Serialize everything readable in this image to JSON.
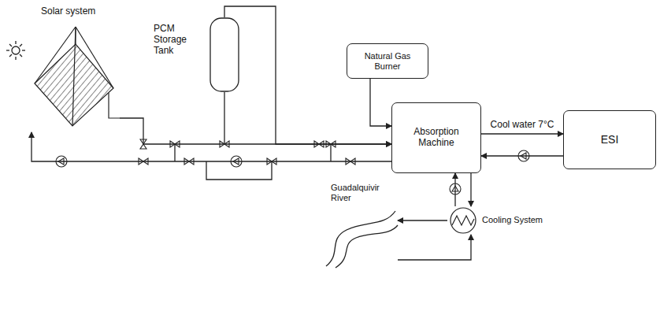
{
  "diagram": {
    "nodes": [
      {
        "text": [
          "Solar system"
        ]
      },
      {
        "text": [
          "PCM Storage Tank"
        ]
      },
      {
        "text": [
          "Natural Gas Burner"
        ]
      },
      {
        "text": [
          "Absorption Machine"
        ]
      },
      {
        "text": [
          "ESI"
        ]
      },
      {
        "text": [
          "Cooling System"
        ]
      },
      {
        "text": [
          "Guadalquivir River"
        ]
      }
    ],
    "edges": [
      {
        "from": 0,
        "to": 3,
        "arrow": "to"
      },
      {
        "from": 3,
        "to": 0,
        "arrow": "to"
      },
      {
        "from": 1,
        "to": 3,
        "arrow": "to"
      },
      {
        "from": 2,
        "to": 3,
        "arrow": "to"
      },
      {
        "from": 3,
        "to": 4,
        "arrow": "to",
        "label": "Cool water 7°C"
      },
      {
        "from": 4,
        "to": 3,
        "arrow": "to"
      },
      {
        "from": 5,
        "to": 3,
        "arrow": "to"
      },
      {
        "from": 3,
        "to": 5,
        "arrow": "to"
      },
      {
        "from": 5,
        "to": 6,
        "arrow": "to"
      },
      {
        "from": 6,
        "to": 5,
        "arrow": "to"
      }
    ]
  }
}
